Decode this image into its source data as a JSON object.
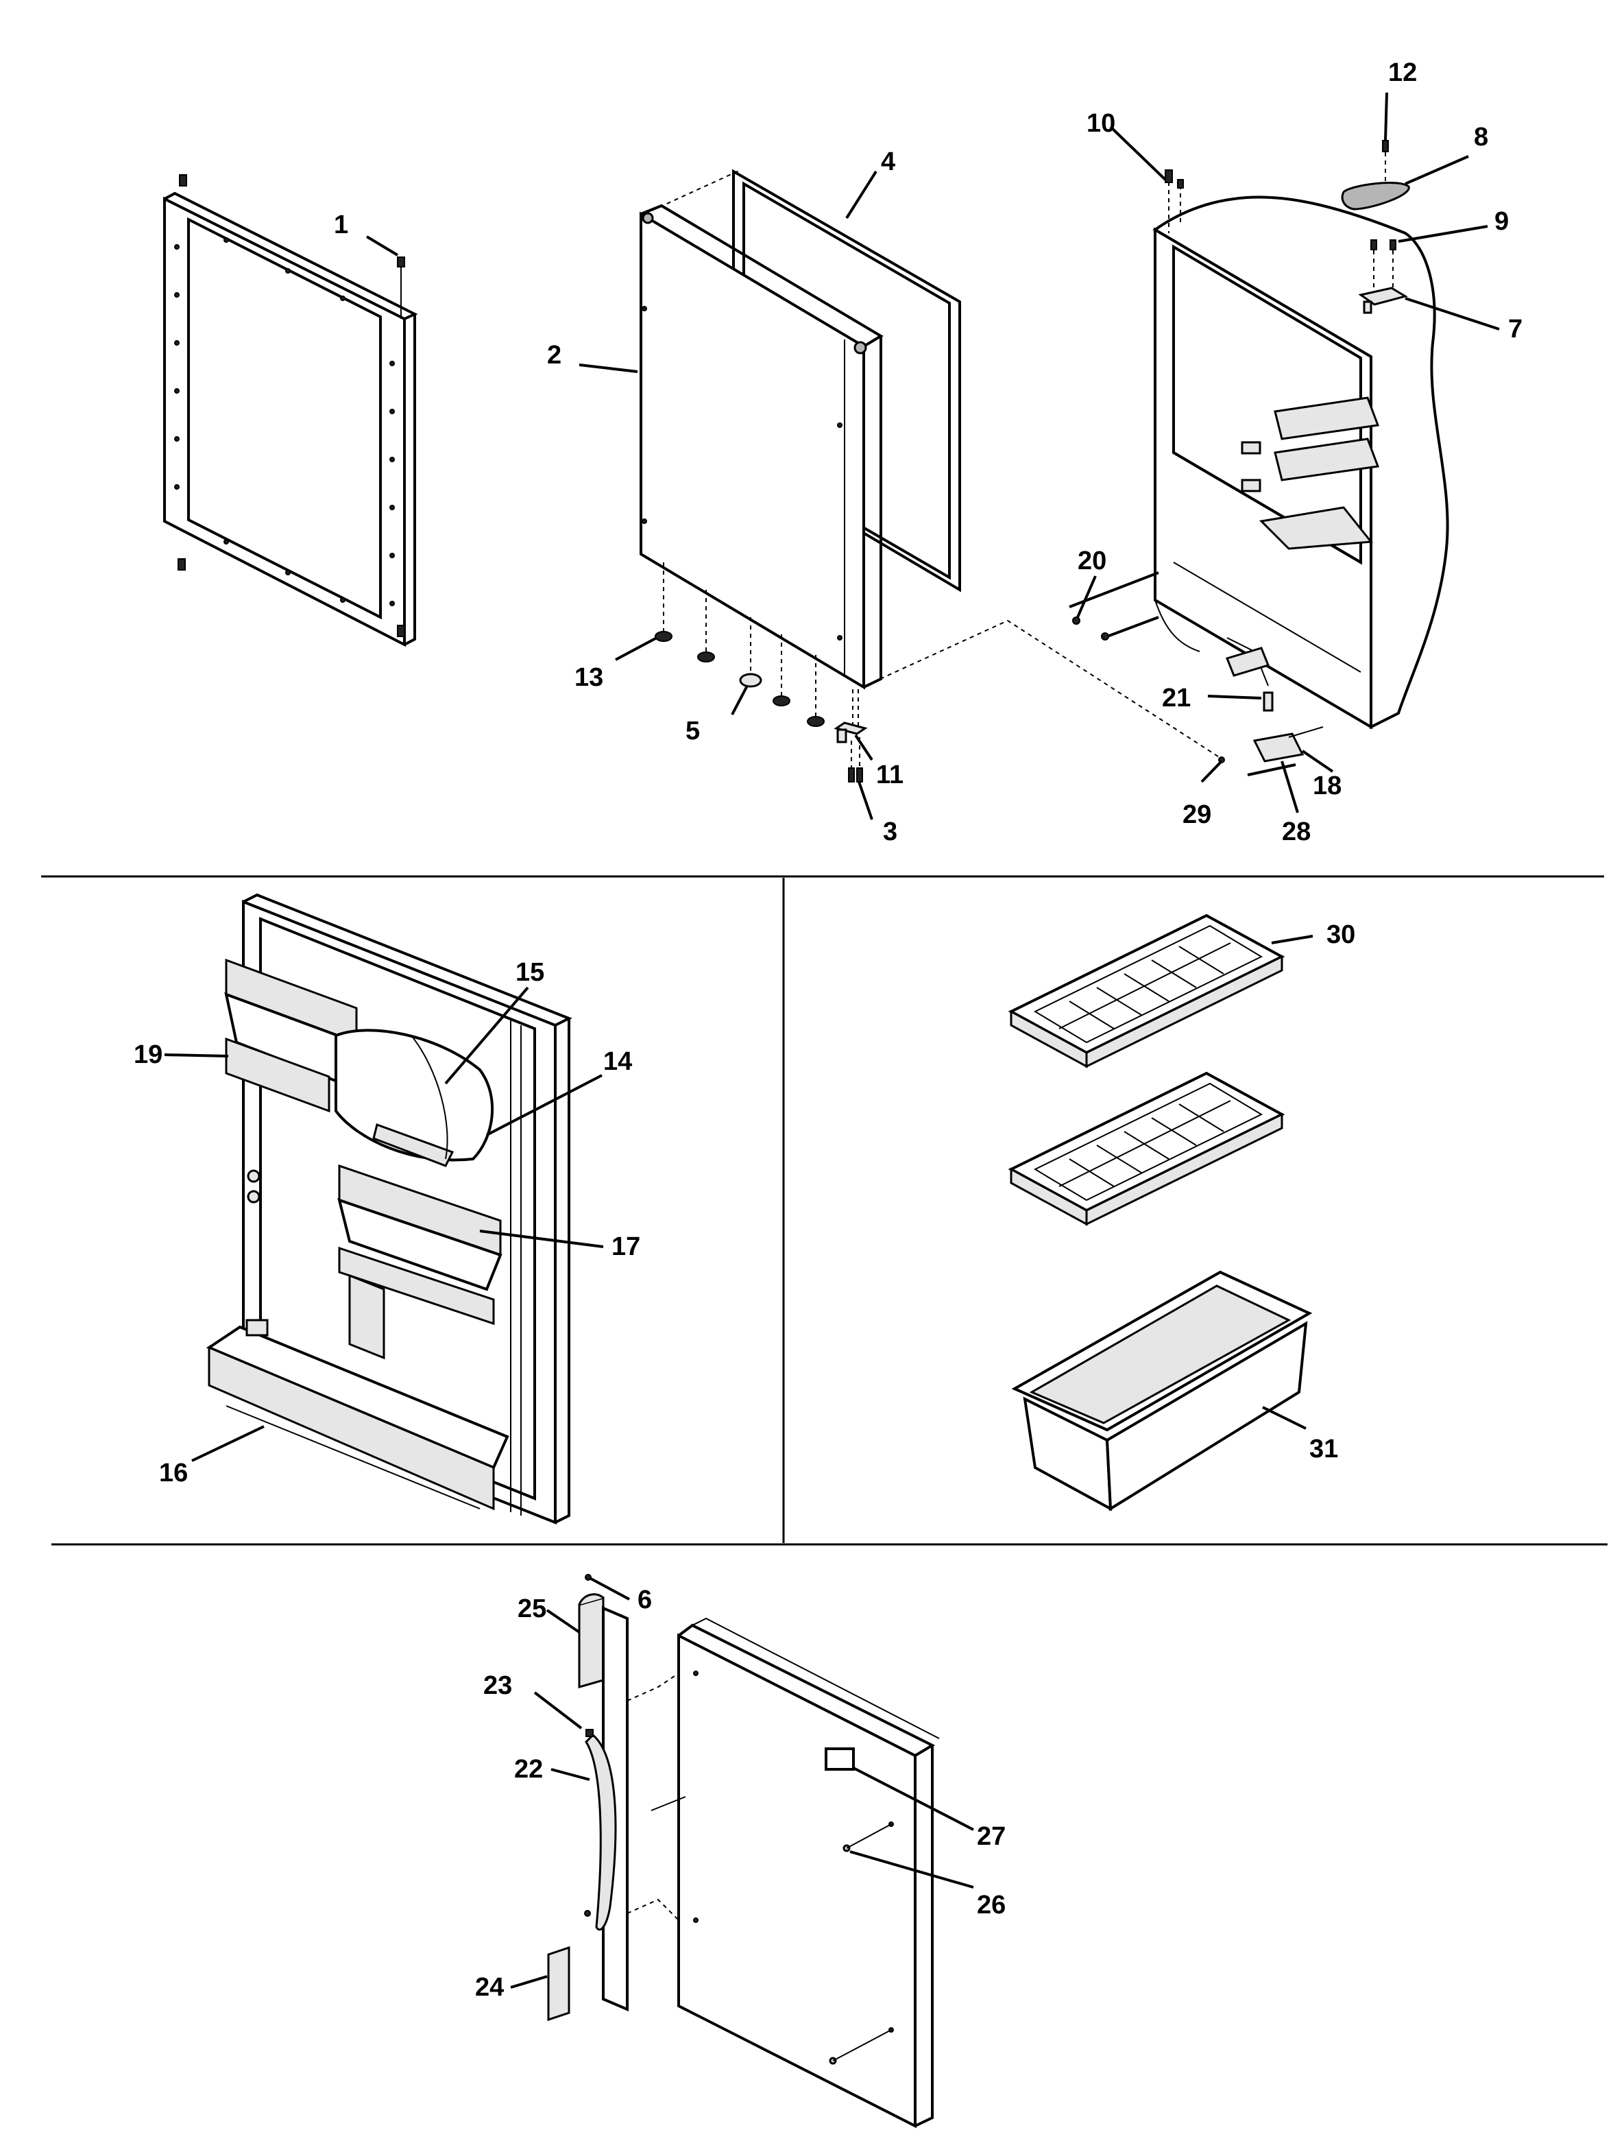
{
  "callouts": [
    {
      "num": "1"
    },
    {
      "num": "2"
    },
    {
      "num": "3"
    },
    {
      "num": "4"
    },
    {
      "num": "5"
    },
    {
      "num": "6"
    },
    {
      "num": "7"
    },
    {
      "num": "8"
    },
    {
      "num": "9"
    },
    {
      "num": "10"
    },
    {
      "num": "11"
    },
    {
      "num": "12"
    },
    {
      "num": "13"
    },
    {
      "num": "14"
    },
    {
      "num": "15"
    },
    {
      "num": "16"
    },
    {
      "num": "17"
    },
    {
      "num": "18"
    },
    {
      "num": "19"
    },
    {
      "num": "20"
    },
    {
      "num": "21"
    },
    {
      "num": "22"
    },
    {
      "num": "23"
    },
    {
      "num": "24"
    },
    {
      "num": "25"
    },
    {
      "num": "26"
    },
    {
      "num": "27"
    },
    {
      "num": "28"
    },
    {
      "num": "29"
    },
    {
      "num": "30"
    },
    {
      "num": "31"
    }
  ],
  "colors": {
    "line": "#000000",
    "background": "#ffffff",
    "shade": "#e6e6e6"
  }
}
